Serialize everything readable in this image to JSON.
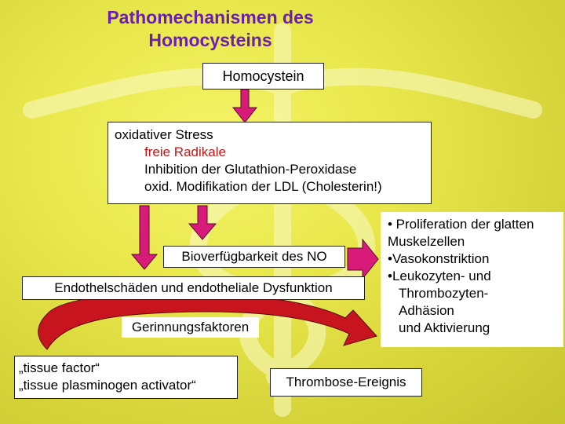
{
  "title": [
    "Pathomechanismen des",
    "Homocysteins"
  ],
  "homocystein": "Homocystein",
  "stress": {
    "heading": "oxidativer Stress",
    "items": [
      "freie Radikale",
      "Inhibition der Glutathion-Peroxidase",
      "oxid. Modifikation der LDL (Cholesterin!)"
    ]
  },
  "bioverfuegbarkeit": "Bioverfügbarkeit des NO",
  "endothel": "Endothelschäden und endotheliale Dysfunktion",
  "gerinnung": "Gerinnungsfaktoren",
  "tissue": [
    "„tissue factor“",
    "„tissue plasminogen activator“"
  ],
  "effects": [
    "• Proliferation der glatten",
    "Muskelzellen",
    "•Vasokonstriktion",
    "•Leukozyten- und",
    "Thrombozyten-",
    "Adhäsion",
    "und Aktivierung"
  ],
  "thrombose": "Thrombose-Ereignis",
  "colors": {
    "title": "#6b1fb0",
    "arrow": "#d81a78",
    "red_text": "#c81414",
    "arc_red": "#c8141e"
  },
  "icons": {
    "background": "caduceus-emblem-icon",
    "arrows": "down-arrow-icon"
  }
}
